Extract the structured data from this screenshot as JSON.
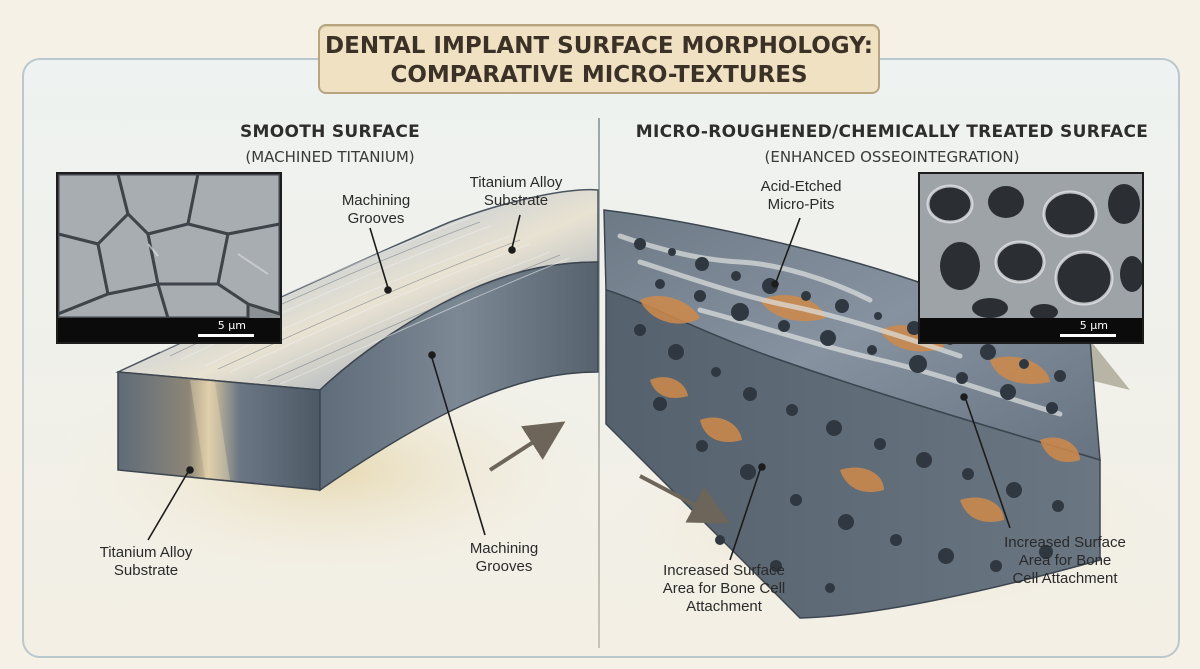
{
  "title": {
    "line1": "DENTAL IMPLANT SURFACE MORPHOLOGY:",
    "line2": "COMPARATIVE MICRO-TEXTURES"
  },
  "left_panel": {
    "heading": "SMOOTH SURFACE",
    "subheading": "(MACHINED TITANIUM)",
    "inset_scale": "5 μm",
    "callouts": {
      "grooves_top": [
        "Machining",
        "Grooves"
      ],
      "substrate_top": [
        "Titanium Alloy",
        "Substrate"
      ],
      "substrate_bottom": [
        "Titanium Alloy",
        "Substrate"
      ],
      "grooves_bottom": [
        "Machining",
        "Grooves"
      ]
    }
  },
  "right_panel": {
    "heading": "MICRO-ROUGHENED/CHEMICALLY TREATED SURFACE",
    "subheading": "(ENHANCED OSSEOINTEGRATION)",
    "inset_scale": "5 μm",
    "callouts": {
      "pits": [
        "Acid-Etched",
        "Micro-Pits"
      ],
      "area_center": [
        "Increased Surface",
        "Area for Bone Cell",
        "Attachment"
      ],
      "area_right": [
        "Increased Surface",
        "Area for Bone",
        "Cell Attachment"
      ]
    }
  },
  "colors": {
    "title_bg": "#efe1c2",
    "metal": "#8e9aa5",
    "porous_grey": "#6f7b86",
    "rust": "#d08a4a",
    "frame": "#b9c8cf"
  }
}
